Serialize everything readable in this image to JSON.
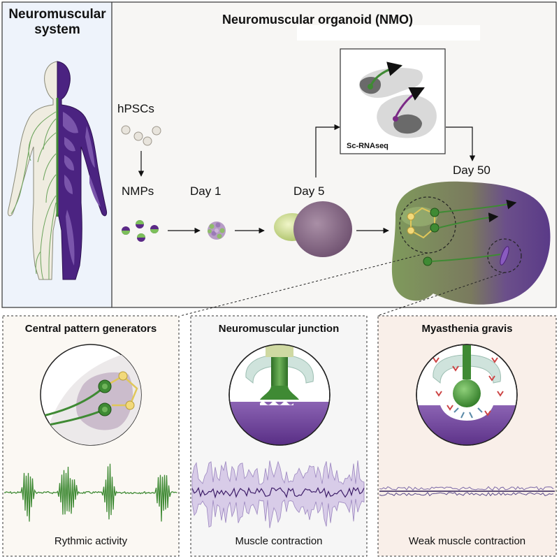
{
  "left_panel": {
    "title_line1": "Neuromuscular",
    "title_line2": "system"
  },
  "nmo_panel": {
    "title": "Neuromuscular organoid (NMO)",
    "hpscs": "hPSCs",
    "nmps": "NMPs",
    "day1": "Day 1",
    "day5": "Day 5",
    "day50": "Day 50",
    "scrnaseq": "Sc-RNAseq"
  },
  "panels": [
    {
      "title": "Central pattern generators",
      "caption": "Rythmic activity"
    },
    {
      "title": "Neuromuscular junction",
      "caption": "Muscle contraction"
    },
    {
      "title": "Myasthenia gravis",
      "caption": "Weak muscle contraction"
    }
  ],
  "colors": {
    "left_bg": "#eef3fb",
    "top_bg": "#f7f6f4",
    "panel1_bg": "#fbf8f3",
    "panel2_bg": "#f6f6f6",
    "panel3_bg": "#f9efe9",
    "green": "#3f8a34",
    "purple": "#5b2a86",
    "lavender": "#b5a2cc",
    "yellow": "#d8c258"
  }
}
